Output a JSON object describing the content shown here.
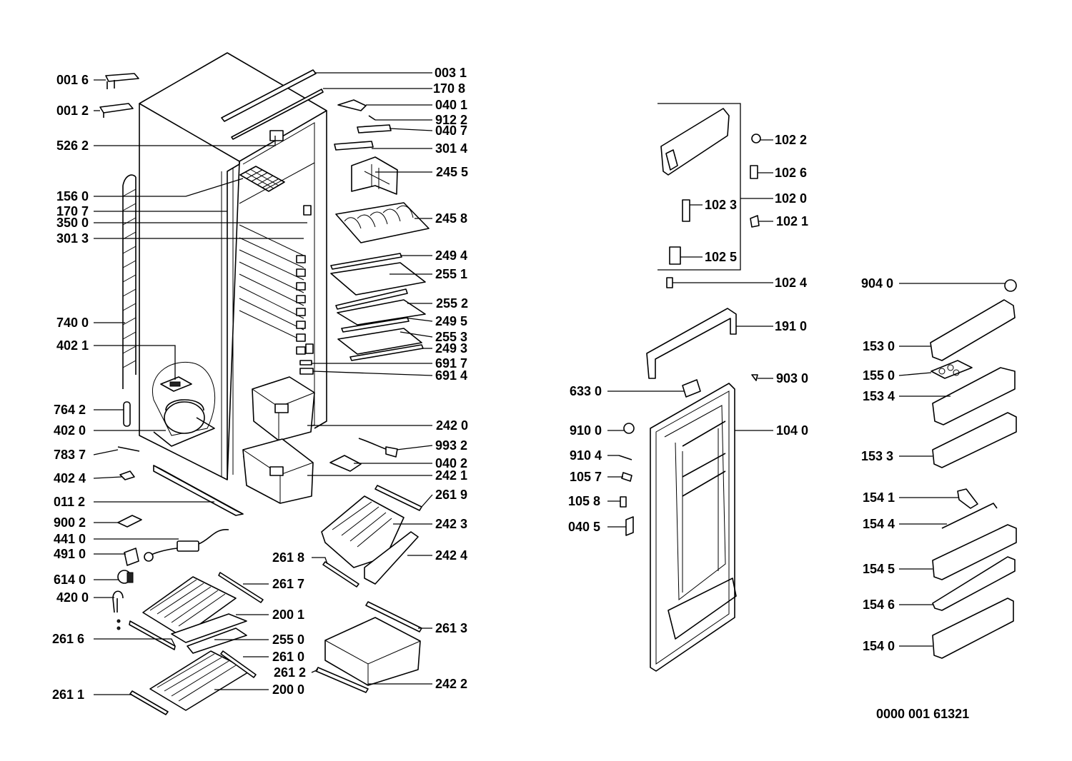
{
  "labels": {
    "p0016": "001 6",
    "p0012": "001 2",
    "p5262": "526 2",
    "p1560": "156 0",
    "p1707": "170 7",
    "p3500": "350 0",
    "p3013": "301 3",
    "p7400": "740 0",
    "p4021": "402 1",
    "p7642": "764 2",
    "p4020": "402 0",
    "p7837": "783 7",
    "p4024": "402 4",
    "p0112": "011 2",
    "p9002": "900 2",
    "p4410": "441 0",
    "p4910": "491 0",
    "p6140": "614 0",
    "p4200": "420 0",
    "p2616": "261 6",
    "p2611": "261 1",
    "p0031": "003 1",
    "p1708": "170 8",
    "p0401": "040 1",
    "p9122": "912 2",
    "p0407": "040 7",
    "p3014": "301 4",
    "p2455": "245 5",
    "p2458": "245 8",
    "p2494": "249 4",
    "p2551": "255 1",
    "p2552": "255 2",
    "p2495": "249 5",
    "p2553": "255 3",
    "p2493": "249 3",
    "p6917": "691 7",
    "p6914": "691 4",
    "p2420": "242 0",
    "p9932": "993 2",
    "p0402": "040 2",
    "p2421": "242 1",
    "p2619": "261 9",
    "p2423": "242 3",
    "p2618": "261 8",
    "p2424": "242 4",
    "p2617": "261 7",
    "p2001": "200 1",
    "p2550": "255 0",
    "p2613": "261 3",
    "p2610": "261 0",
    "p2612": "261 2",
    "p2422": "242 2",
    "p2000": "200 0",
    "p1022": "102 2",
    "p1026": "102 6",
    "p1023": "102 3",
    "p1020": "102 0",
    "p1021": "102 1",
    "p1025": "102 5",
    "p1024": "102 4",
    "p1910": "191 0",
    "p6330": "633 0",
    "p9030": "903 0",
    "p9100": "910 0",
    "p1040": "104 0",
    "p9104": "910 4",
    "p1057": "105 7",
    "p1058": "105 8",
    "p0405": "040 5",
    "p9040": "904 0",
    "p1530": "153 0",
    "p1550": "155 0",
    "p1534": "153 4",
    "p1533": "153 3",
    "p1541": "154 1",
    "p1544": "154 4",
    "p1545": "154 5",
    "p1546": "154 6",
    "p1540": "154 0"
  },
  "document_code": "0000 001 61321"
}
